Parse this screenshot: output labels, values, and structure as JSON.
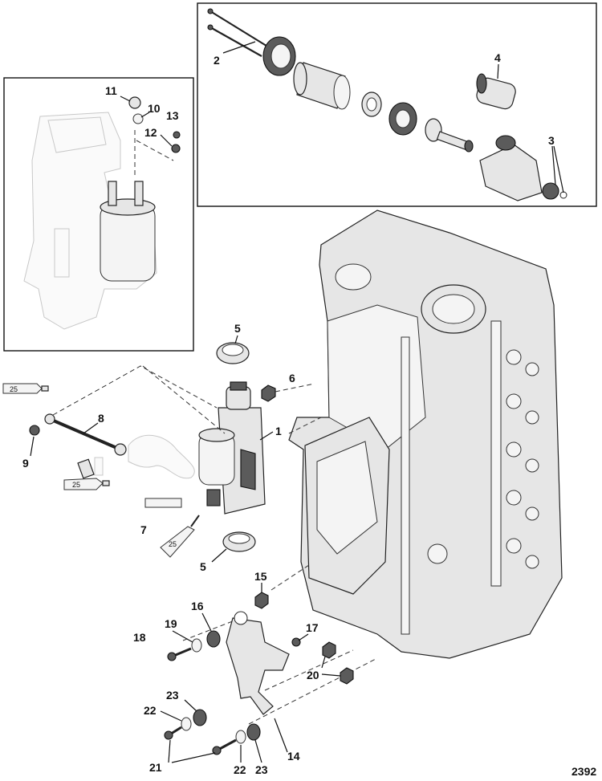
{
  "figure_number": "2392",
  "callouts": {
    "c1": "1",
    "c2": "2",
    "c3": "3",
    "c4": "4",
    "c5a": "5",
    "c5b": "5",
    "c6": "6",
    "c7": "7",
    "c8": "8",
    "c9": "9",
    "c10": "10",
    "c11": "11",
    "c12": "12",
    "c13": "13",
    "c14": "14",
    "c15": "15",
    "c16": "16",
    "c17": "17",
    "c18": "18",
    "c19": "19",
    "c20": "20",
    "c21": "21",
    "c22a": "22",
    "c22b": "22",
    "c23a": "23",
    "c23b": "23"
  },
  "sealant_tubes": {
    "t1": "25",
    "t2": "25",
    "t3": "25"
  }
}
